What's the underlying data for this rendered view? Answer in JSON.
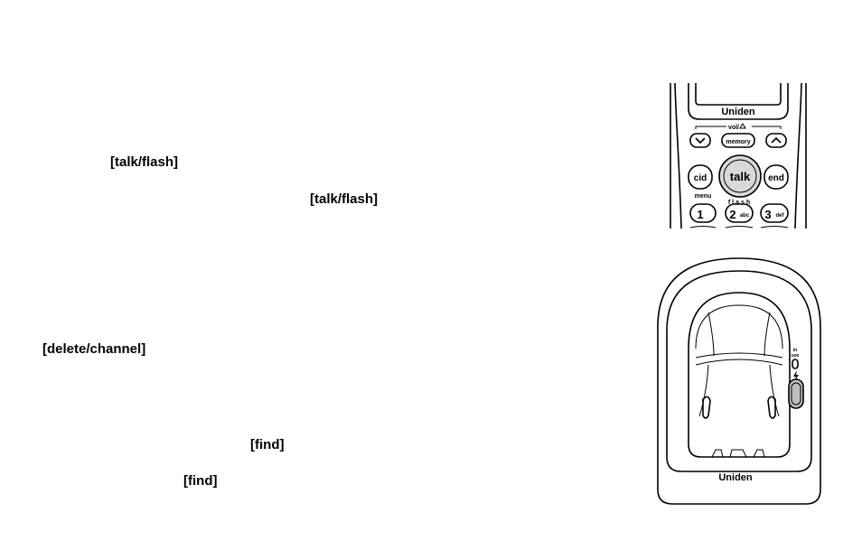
{
  "keywords": {
    "talk_flash_1": "[talk/flash]",
    "talk_flash_2": "[talk/flash]",
    "delete_channel": "[delete/channel]",
    "find_1": "[find]",
    "find_2": "[find]"
  },
  "handset": {
    "brand": "Uniden",
    "vol_label": "vol/",
    "memory_key": "memory",
    "cid_key": "cid",
    "talk_key": "talk",
    "end_key": "end",
    "menu_label": "menu",
    "flash_label": "flash",
    "key_1": "1",
    "key_2": "2",
    "key_2_letters": "abc",
    "key_3": "3",
    "key_3_letters": "def"
  },
  "base": {
    "brand": "Uniden",
    "led_label_top": "in",
    "led_label_bottom": "use"
  }
}
